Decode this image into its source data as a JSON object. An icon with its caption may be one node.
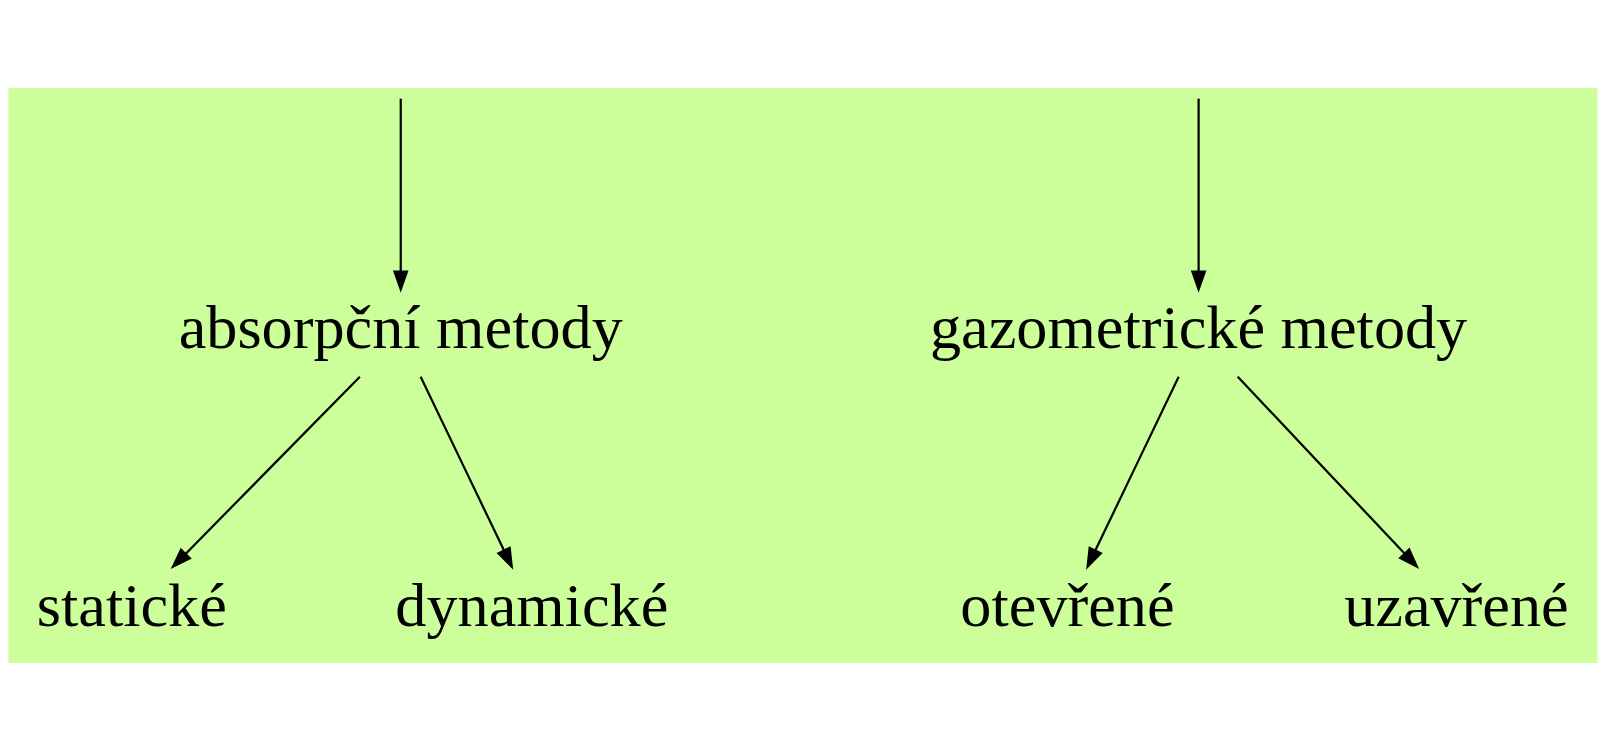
{
  "diagram": {
    "nodes": [
      {
        "text": [
          "absorpční metody"
        ]
      },
      {
        "text": [
          "gazometrické metody"
        ]
      },
      {
        "text": [
          "statické"
        ]
      },
      {
        "text": [
          "dynamické"
        ]
      },
      {
        "text": [
          "otevřené"
        ]
      },
      {
        "text": [
          "uzavřené"
        ]
      }
    ],
    "edges": [
      {
        "from": null,
        "to": 0,
        "arrow": "to"
      },
      {
        "from": null,
        "to": 1,
        "arrow": "to"
      },
      {
        "from": 0,
        "to": 2,
        "arrow": "to"
      },
      {
        "from": 0,
        "to": 3,
        "arrow": "to"
      },
      {
        "from": 1,
        "to": 4,
        "arrow": "to"
      },
      {
        "from": 1,
        "to": 5,
        "arrow": "to"
      }
    ]
  }
}
